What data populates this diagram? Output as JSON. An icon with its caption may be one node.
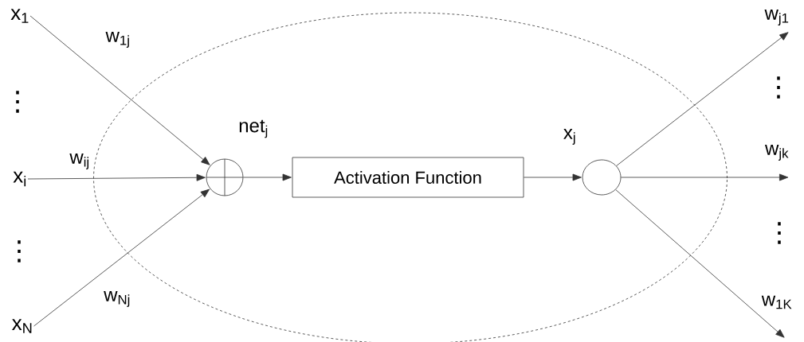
{
  "diagram": {
    "nodes": [
      {
        "text": [],
        "shape": "ellipse"
      },
      {
        "text": [
          "x$_{1}$"
        ]
      },
      {
        "text": [
          "x$_{i}$"
        ]
      },
      {
        "text": [
          "x$_{N}$"
        ]
      },
      {
        "text": [],
        "shape": "circle",
        "in": 0,
        "beside": [
          "net$_{j}$"
        ]
      },
      {
        "text": [
          "Activation Function"
        ],
        "in": 0
      },
      {
        "text": [],
        "shape": "circle",
        "in": 0,
        "beside": [
          "x$_{j}$"
        ]
      }
    ],
    "edges": [
      {
        "from": 1,
        "to": 4,
        "arrow": "to",
        "label": "w$_{1j}$"
      },
      {
        "from": 2,
        "to": 4,
        "arrow": "to",
        "label": "w$_{ij}$"
      },
      {
        "from": 3,
        "to": 4,
        "arrow": "to",
        "label": "w$_{Nj}$"
      },
      {
        "from": 4,
        "to": 5,
        "arrow": "to"
      },
      {
        "from": 5,
        "to": 6,
        "arrow": "to"
      },
      {
        "from": 6,
        "to": null,
        "arrow": "to",
        "label": "w$_{j1}$"
      },
      {
        "from": 6,
        "to": null,
        "arrow": "to",
        "label": "w$_{jk}$"
      },
      {
        "from": 6,
        "to": null,
        "arrow": "to",
        "label": "w$_{1K}$"
      }
    ],
    "labels": [
      "⋮",
      "⋮",
      "⋮",
      "⋮"
    ]
  }
}
